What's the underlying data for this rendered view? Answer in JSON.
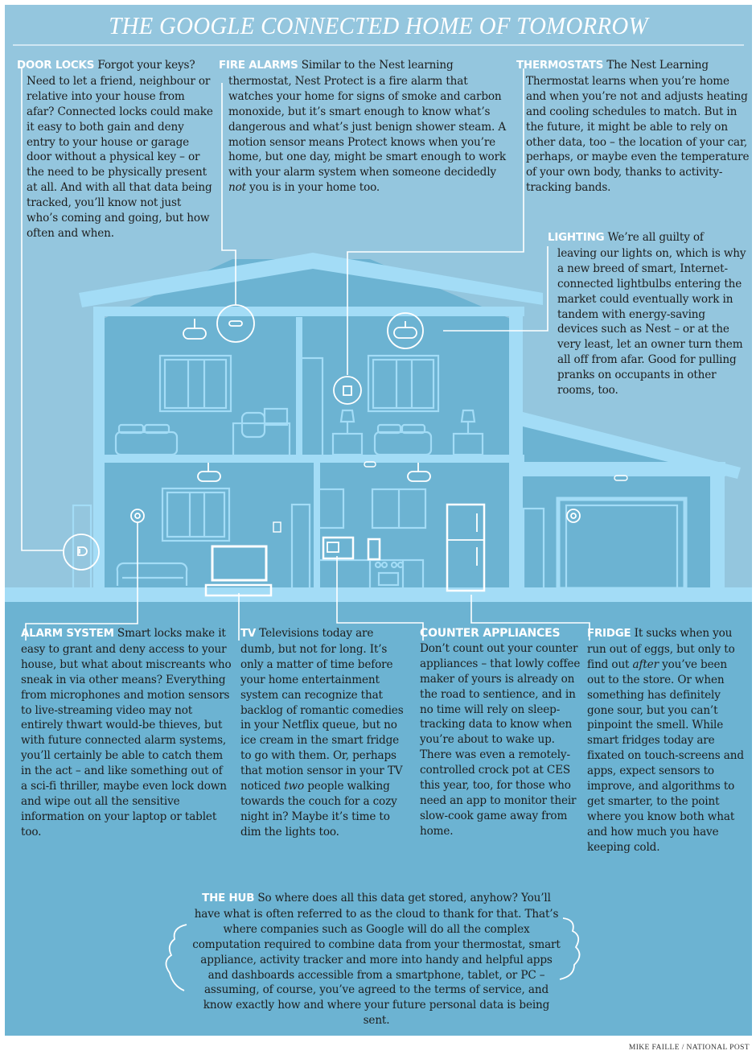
{
  "title": "THE GOOGLE CONNECTED HOME OF TOMORROW",
  "colors": {
    "sky": "#94c6de",
    "house_wall": "#6cb3d2",
    "house_frame": "#a3dcf6",
    "ground": "#6cb3d2",
    "line": "#ffffff",
    "heading": "#ffffff",
    "body_text": "#1d1d1d"
  },
  "sections": {
    "door_locks": {
      "heading": "DOOR LOCKS",
      "first_line": "Forgot your keys?",
      "body": "Need to let a friend, neighbour or relative into your house from afar? Connected locks could make it easy to both gain and deny entry to your house or garage door without a physical key – or the need to be physically present at all. And with all that data being tracked, you’ll know not just who’s coming and going, but how often and when."
    },
    "fire_alarms": {
      "heading": "FIRE ALARMS",
      "first_line": "Similar to the Nest learning",
      "body_a": "thermostat, Nest Protect is a fire alarm that watches your home for signs of smoke and carbon monoxide, but it’s smart enough to know what’s dangerous and what’s just benign shower steam. A motion sensor means Protect knows when you’re home, but one day, might be smart enough to work with your alarm system when someone decidedly ",
      "body_em": "not",
      "body_b": " you is in your home too."
    },
    "thermostats": {
      "heading": "THERMOSTATS",
      "first_line": "The Nest Learning",
      "body": "Thermostat learns when you’re home and when you’re not and adjusts heating and cooling schedules to match. But in the future, it might be able to rely on other data, too – the location of your car, perhaps, or maybe even the temperature of your own body, thanks to activity-tracking bands."
    },
    "lighting": {
      "heading": "LIGHTING",
      "first_line": "We’re all guilty of",
      "body": "leaving our lights on, which is why a new breed of smart, Internet-connected lightbulbs entering the market could eventually work in tandem with energy-saving devices such as Nest – or at the very least, let an owner turn them all off from afar. Good for pulling pranks on occupants in other rooms, too."
    },
    "alarm_system": {
      "heading": "ALARM SYSTEM",
      "body": "Smart locks make it easy to grant and deny access to your house, but what about miscreants who sneak in via other means? Everything from microphones and motion sensors to live-streaming video may not entirely thwart would-be thieves, but with future connected alarm systems, you’ll certainly be able to catch them in the act – and like something out of a sci-fi thriller, maybe even lock down and wipe out all the sensitive information on your laptop or tablet too."
    },
    "tv": {
      "heading": "TV",
      "body_a": "Televisions today are dumb, but not for long. It’s only a matter of time before your home entertainment system can recognize that backlog of romantic comedies in your Netflix queue, but no ice cream in the smart fridge to go with them. Or, perhaps that motion sensor in your TV noticed ",
      "body_em": "two",
      "body_b": " people walking towards the couch for a cozy night in? Maybe it’s time to dim the lights too."
    },
    "counter_appliances": {
      "heading": "COUNTER APPLIANCES",
      "body": "Don’t count out your counter appliances – that lowly coffee maker of yours is already on the road to sentience, and in no time will rely on sleep-tracking data to know when you’re about to wake up. There was even a remotely-controlled crock pot at CES this year, too, for those who need an app to monitor their slow-cook game away from home."
    },
    "fridge": {
      "heading": "FRIDGE",
      "body_a": "It sucks when you run out of eggs, but only to find out ",
      "body_em": "after",
      "body_b": " you’ve been out to the store. Or when something has definitely gone sour, but you can’t pinpoint the smell. While smart fridges today are fixated on touch-screens and apps, expect sensors to improve, and algorithms to get smarter, to the point where you know both what and how much you have keeping cold."
    },
    "the_hub": {
      "heading": "THE HUB",
      "body": "So where does all this data get stored, anyhow? You’ll have what is often referred to as the cloud to thank for that. That’s where companies such as Google will do all the complex computation required to combine data from your thermostat, smart appliance, activity tracker and more into handy and helpful apps and dashboards accessible from a smartphone, tablet, or PC – assuming, of course, you’ve agreed to the terms of service, and know exactly how and where your future personal data is being sent."
    }
  },
  "illustration": {
    "icons": [
      "door-lock-icon",
      "smoke-alarm-icon",
      "thermostat-icon",
      "light-bulb-icon",
      "alarm-sensor-icon",
      "tv-icon",
      "microwave-icon",
      "coffee-maker-icon",
      "fridge-icon",
      "cloud-icon"
    ]
  },
  "credit": "MIKE FAILLE / NATIONAL POST"
}
